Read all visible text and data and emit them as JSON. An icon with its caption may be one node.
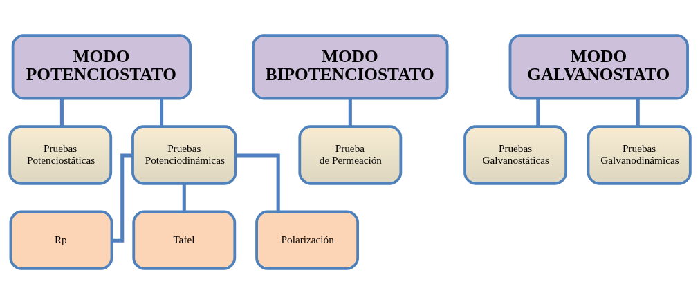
{
  "diagram": {
    "nodes": [
      {
        "text": [
          "MODO POTENCIOSTATO"
        ]
      },
      {
        "text": [
          "MODO BIPOTENCIOSTATO"
        ]
      },
      {
        "text": [
          "MODO GALVANOSTATO"
        ]
      },
      {
        "text": [
          "Pruebas Potenciostáticas"
        ]
      },
      {
        "text": [
          "Pruebas Potenciodinámicas"
        ]
      },
      {
        "text": [
          "Prueba de Permeación"
        ]
      },
      {
        "text": [
          "Pruebas Galvanostáticas"
        ]
      },
      {
        "text": [
          "Pruebas Galvanodinámicas"
        ]
      },
      {
        "text": [
          "Rp"
        ]
      },
      {
        "text": [
          "Tafel"
        ]
      },
      {
        "text": [
          "Polarización"
        ]
      }
    ],
    "edges": [
      {
        "from": 0,
        "to": 3,
        "arrow": "none"
      },
      {
        "from": 0,
        "to": 4,
        "arrow": "none"
      },
      {
        "from": 1,
        "to": 5,
        "arrow": "none"
      },
      {
        "from": 2,
        "to": 6,
        "arrow": "none"
      },
      {
        "from": 2,
        "to": 7,
        "arrow": "none"
      },
      {
        "from": 4,
        "to": 8,
        "arrow": "none"
      },
      {
        "from": 4,
        "to": 9,
        "arrow": "none"
      },
      {
        "from": 4,
        "to": 10,
        "arrow": "none"
      }
    ]
  }
}
